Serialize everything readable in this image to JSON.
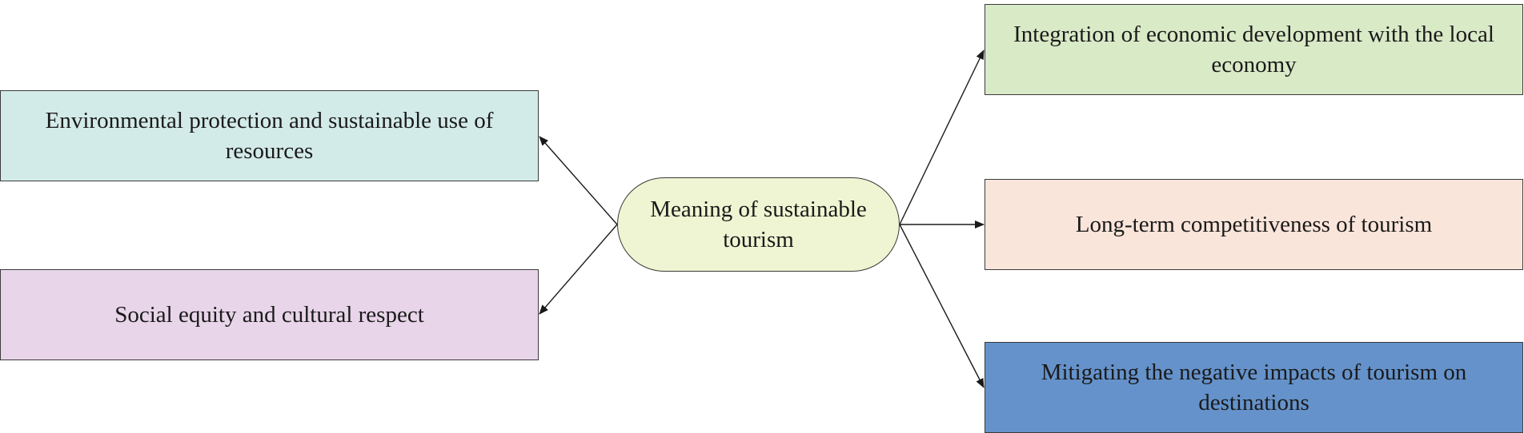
{
  "center": {
    "label": "Meaning of sustainable tourism",
    "fill": "#eff4d2"
  },
  "left_nodes": [
    {
      "label": "Environmental protection and sustainable use of resources",
      "fill": "#d3ebe8"
    },
    {
      "label": "Social equity and cultural respect",
      "fill": "#e8d5e9"
    }
  ],
  "right_nodes": [
    {
      "label": "Integration of economic development with the local economy",
      "fill": "#d9eac7"
    },
    {
      "label": "Long-term competitiveness of tourism",
      "fill": "#fae5da"
    },
    {
      "label": "Mitigating the negative impacts of tourism on destinations",
      "fill": "#6592ca"
    }
  ],
  "colors": {
    "stroke": "#3a3a3a",
    "arrow": "#1a1a1a",
    "text": "#1a1a1a"
  }
}
